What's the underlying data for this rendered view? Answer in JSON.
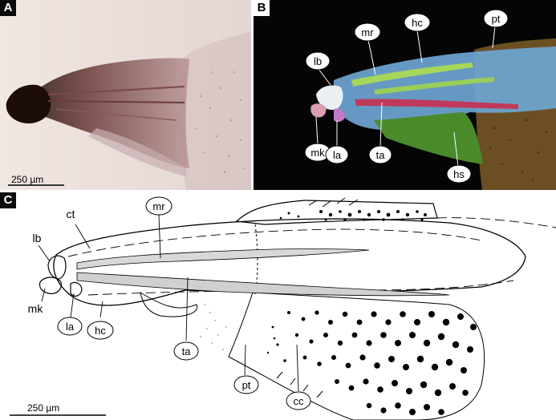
{
  "panels": {
    "a": {
      "letter": "A",
      "scale_bar": "250 µm"
    },
    "b": {
      "letter": "B",
      "labels": [
        "lb",
        "mr",
        "hc",
        "pt",
        "mk",
        "la",
        "ta",
        "hs"
      ]
    },
    "c": {
      "letter": "C",
      "scale_bar": "250 µm",
      "labels": [
        "ct",
        "lb",
        "mr",
        "mk",
        "la",
        "hc",
        "ta",
        "pt",
        "cc"
      ]
    }
  },
  "colors": {
    "labrum_lb": "#e8eef2",
    "mandible_mk": "#d9a0b4",
    "labium_la": "#c07ac8",
    "mandibular_rod_mr": "#9acd5a",
    "tentorial_arm_ta": "#c0395a",
    "head_capsule_hc": "#6fa8d6",
    "hypostomal_hs": "#4e8a2c",
    "prothorax_pt": "#7a5a24",
    "panel_b_background": "#050505",
    "panel_a_background": "#e6dcd8"
  }
}
